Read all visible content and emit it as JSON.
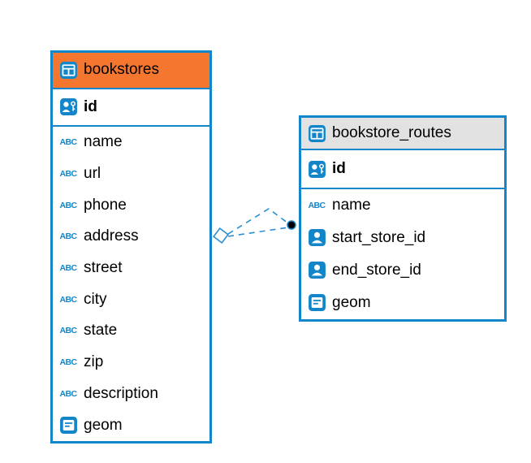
{
  "colors": {
    "accent_blue": "#1386c9",
    "bookstores_header_bg": "#f5772f",
    "routes_header_bg": "#e2e2e2",
    "connector_line": "#2a8fd0",
    "connector_dot": "#000000"
  },
  "icons": {
    "abc_label": "ABC",
    "header_icon": "table-icon",
    "pk_icon": "pk-person-key-icon",
    "fk_icon": "person-ref-icon",
    "geometry_icon": "geometry-type-icon"
  },
  "diagram": {
    "tables": [
      {
        "name": "bookstores",
        "primary_key": {
          "label": "id",
          "icon": "pk-person-key-icon"
        },
        "columns": [
          {
            "label": "name",
            "icon": "text-type-icon"
          },
          {
            "label": "url",
            "icon": "text-type-icon"
          },
          {
            "label": "phone",
            "icon": "text-type-icon"
          },
          {
            "label": "address",
            "icon": "text-type-icon"
          },
          {
            "label": "street",
            "icon": "text-type-icon"
          },
          {
            "label": "city",
            "icon": "text-type-icon"
          },
          {
            "label": "state",
            "icon": "text-type-icon"
          },
          {
            "label": "zip",
            "icon": "text-type-icon"
          },
          {
            "label": "description",
            "icon": "text-type-icon"
          },
          {
            "label": "geom",
            "icon": "geometry-type-icon"
          }
        ]
      },
      {
        "name": "bookstore_routes",
        "primary_key": {
          "label": "id",
          "icon": "pk-person-key-icon"
        },
        "columns": [
          {
            "label": "name",
            "icon": "text-type-icon"
          },
          {
            "label": "start_store_id",
            "icon": "person-ref-icon"
          },
          {
            "label": "end_store_id",
            "icon": "person-ref-icon"
          },
          {
            "label": "geom",
            "icon": "geometry-type-icon"
          }
        ]
      }
    ]
  }
}
